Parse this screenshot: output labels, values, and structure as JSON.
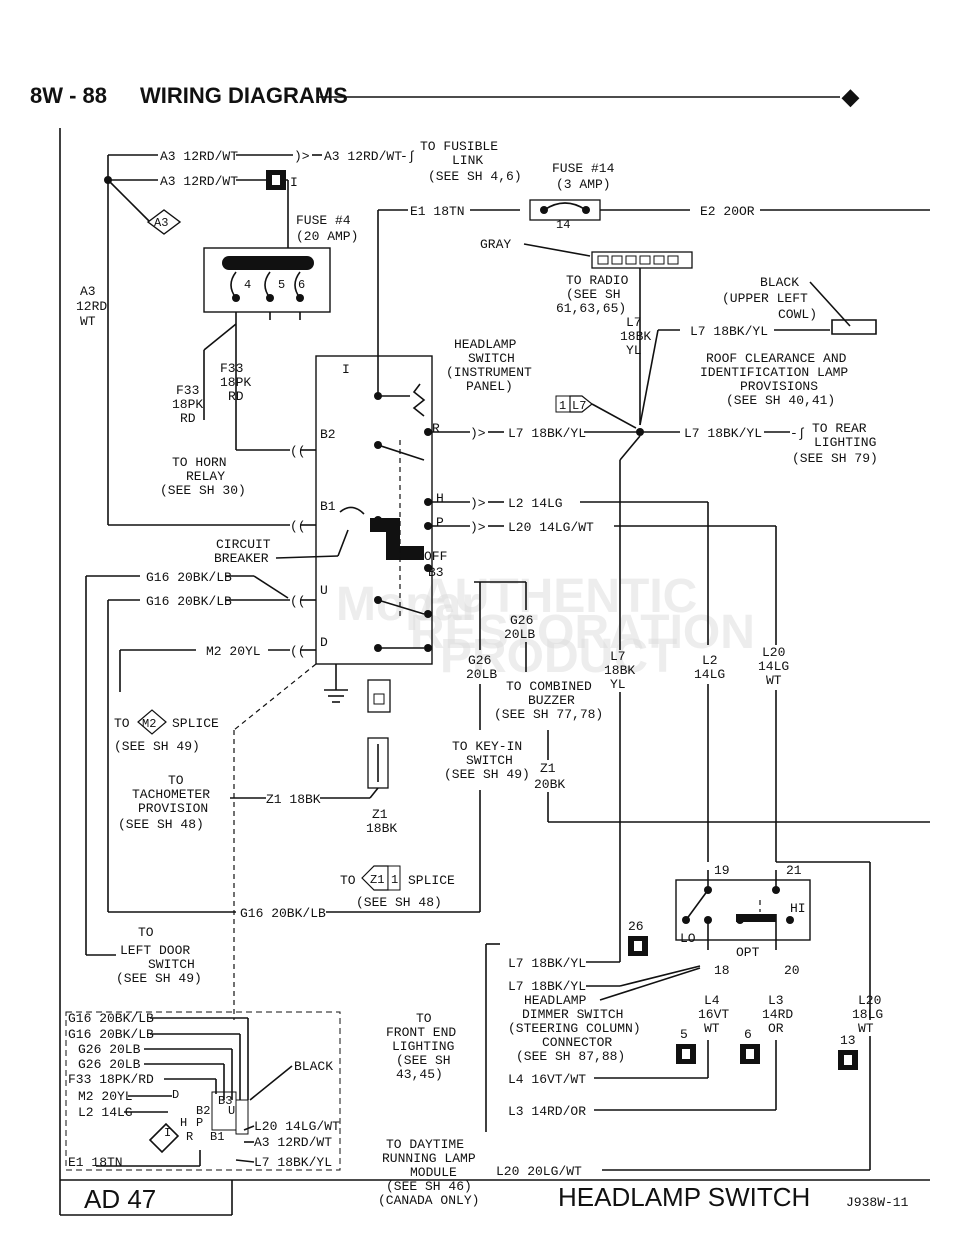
{
  "header": {
    "page": "8W - 88",
    "title": "WIRING DIAGRAMS",
    "mark": "◆"
  },
  "footer": {
    "code": "AD 47",
    "title": "HEADLAMP SWITCH",
    "ref": "J938W-11"
  },
  "watermark": {
    "line1": "AUTHENTIC",
    "line2": "RESTORATION",
    "line3": "PRODUCT",
    "brand": "Mopar"
  },
  "labels": {
    "a3_1": "A3 12RD/WT",
    "a3_2": "A3 12RD/WT",
    "a3_3": "A3 12RD/WT",
    "a3_cl": "A3",
    "fusible": [
      "TO FUSIBLE",
      "LINK",
      "(SEE SH 4,6)"
    ],
    "fuse14": [
      "FUSE #14",
      "(3 AMP)"
    ],
    "fuse4": [
      "FUSE #4",
      "(20 AMP)"
    ],
    "fuse14_num": "14",
    "conn_I": "I",
    "fb_pins": [
      "4",
      "5",
      "6"
    ],
    "e1": "E1 18TN",
    "e2": "E2 20OR",
    "gray": "GRAY",
    "radio": [
      "TO RADIO",
      "(SEE SH",
      "61,63,65)"
    ],
    "black_cowl": [
      "BLACK",
      "(UPPER LEFT",
      "COWL)"
    ],
    "l7_vert": [
      "L7",
      "18BK",
      "YL"
    ],
    "l7_cowl": "L7 18BK/YL",
    "roof": [
      "ROOF CLEARANCE AND",
      "IDENTIFICATION LAMP",
      "PROVISIONS",
      "(SEE SH 40,41)"
    ],
    "a3_vert": [
      "A3",
      "12RD",
      "WT"
    ],
    "f33_r": [
      "F33",
      "18PK",
      "RD"
    ],
    "f33_l": [
      "F33",
      "18PK",
      "RD"
    ],
    "horn": [
      "TO HORN",
      "RELAY",
      "(SEE SH 30)"
    ],
    "hs": [
      "HEADLAMP",
      "SWITCH",
      "(INSTRUMENT",
      "PANEL)"
    ],
    "sw_pins": {
      "I": "I",
      "R": "R",
      "B2": "B2",
      "B1": "B1",
      "H": "H",
      "P": "P",
      "OFF": "OFF",
      "B3": "B3",
      "U": "U",
      "D": "D"
    },
    "splice_l7": "1",
    "splice_l7_id": "L7",
    "l7_1": "L7 18BK/YL",
    "l7_2": "L7 18BK/YL",
    "rear": [
      "TO REAR",
      "LIGHTING",
      "(SEE SH 79)"
    ],
    "l2": "L2 14LG",
    "l20": "L20 14LG/WT",
    "cb": [
      "CIRCUIT",
      "BREAKER"
    ],
    "g16_1": "G16 20BK/LB",
    "g16_2": "G16 20BK/LB",
    "m2": "M2 20YL",
    "m2_splice": "M2",
    "m2_splice_text": "SPLICE",
    "m2_see": "(SEE SH 49)",
    "to": "TO",
    "g26_a": [
      "G26",
      "20LB"
    ],
    "g26_b": [
      "G26",
      "20LB"
    ],
    "buzzer": [
      "TO COMBINED",
      "BUZZER",
      "(SEE SH 77,78)"
    ],
    "l7_v2": [
      "L7",
      "18BK",
      "YL"
    ],
    "l2_v": [
      "L2",
      "14LG"
    ],
    "l20_v": [
      "L20",
      "14LG",
      "WT"
    ],
    "keyin": [
      "TO KEY-IN",
      "SWITCH",
      "(SEE SH 49)"
    ],
    "z1_v": [
      "Z1",
      "20BK"
    ],
    "tach": [
      "TO",
      "TACHOMETER",
      "PROVISION",
      "(SEE SH 48)"
    ],
    "z1_18": "Z1 18BK",
    "z1_v2": [
      "Z1",
      "18BK"
    ],
    "z1_splice": "Z1",
    "z1_splice_n": "1",
    "z1_splice_text": "SPLICE",
    "z1_see": "(SEE SH 48)",
    "g16_3": "G16 20BK/LB",
    "door": [
      "TO",
      "LEFT DOOR",
      "SWITCH",
      "(SEE SH 49)"
    ],
    "conn26": "26",
    "pin19": "19",
    "pin21": "21",
    "hi": "HI",
    "lo": "LO",
    "opt": "OPT",
    "pin18": "18",
    "pin20": "20",
    "l7_3": "L7 18BK/YL",
    "l7_4": "L7 18BK/YL",
    "dimmer": [
      "HEADLAMP",
      "DIMMER SWITCH",
      "(STEERING COLUMN)",
      "CONNECTOR",
      "(SEE SH 87,88)"
    ],
    "l4_v": [
      "L4",
      "16VT",
      "WT"
    ],
    "l3_v": [
      "L3",
      "14RD",
      "OR"
    ],
    "l20_v2": [
      "L20",
      "18LG",
      "WT"
    ],
    "c5": "5",
    "c6": "6",
    "c13": "13",
    "front": [
      "TO",
      "FRONT END",
      "LIGHTING",
      "(SEE SH",
      "43,45)"
    ],
    "l4": "L4 16VT/WT",
    "l3": "L3 14RD/OR",
    "drl": [
      "TO DAYTIME",
      "RUNNING LAMP",
      "MODULE",
      "(SEE SH 46)",
      "(CANADA ONLY)"
    ],
    "l20_lg": "L20 20LG/WT",
    "legend_left": [
      "G16 20BK/LB",
      "G16 20BK/LB",
      "G26 20LB",
      "G26 20LB",
      "F33 18PK/RD",
      "M2 20YL",
      "L2 14LG",
      "E1 18TN"
    ],
    "legend_right": [
      "L20 14LG/WT",
      "A3 12RD/WT",
      "L7 18BK/YL"
    ],
    "legend_black": "BLACK",
    "legend_pins": [
      "D",
      "B3",
      "B2",
      "U",
      "H",
      "P",
      "R",
      "B1",
      "I"
    ]
  }
}
